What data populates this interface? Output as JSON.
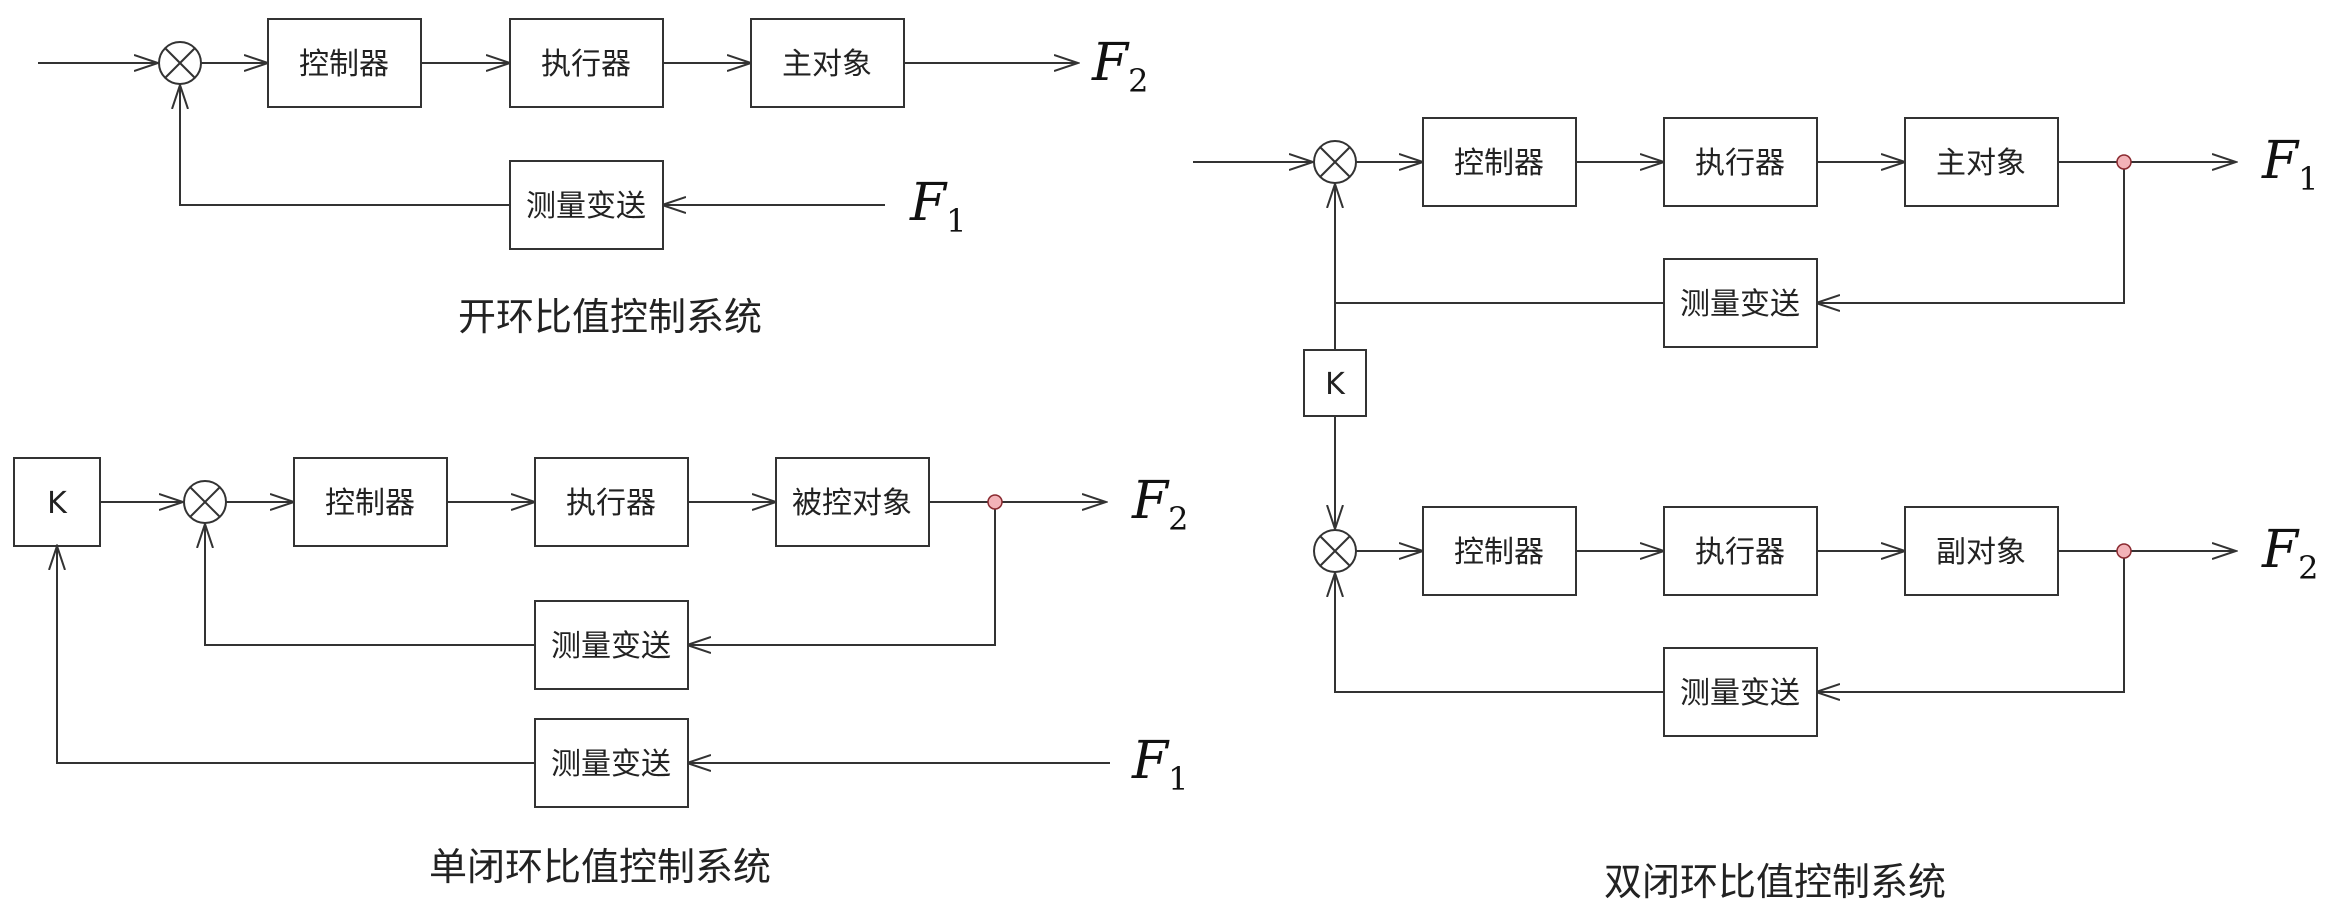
{
  "diagrams": [
    {
      "caption": "开环比值控制系统",
      "blocks": {
        "controller": "控制器",
        "actuator": "执行器",
        "main_object": "主对象",
        "measurement": "测量变送"
      },
      "output_signal": {
        "symbol": "F",
        "subscript": "2"
      },
      "input_signal": {
        "symbol": "F",
        "subscript": "1"
      }
    },
    {
      "caption": "单闭环比值控制系统",
      "blocks": {
        "ratio": "K",
        "controller": "控制器",
        "actuator": "执行器",
        "controlled_object": "被控对象",
        "measurement_inner": "测量变送",
        "measurement_outer": "测量变送"
      },
      "output_signal": {
        "symbol": "F",
        "subscript": "2"
      },
      "input_signal": {
        "symbol": "F",
        "subscript": "1"
      }
    },
    {
      "caption": "双闭环比值控制系统",
      "blocks": {
        "ratio": "K",
        "controller_main": "控制器",
        "actuator_main": "执行器",
        "main_object": "主对象",
        "measurement_main": "测量变送",
        "controller_sub": "控制器",
        "actuator_sub": "执行器",
        "sub_object": "副对象",
        "measurement_sub": "测量变送"
      },
      "output_signal_main": {
        "symbol": "F",
        "subscript": "1"
      },
      "output_signal_sub": {
        "symbol": "F",
        "subscript": "2"
      }
    }
  ]
}
